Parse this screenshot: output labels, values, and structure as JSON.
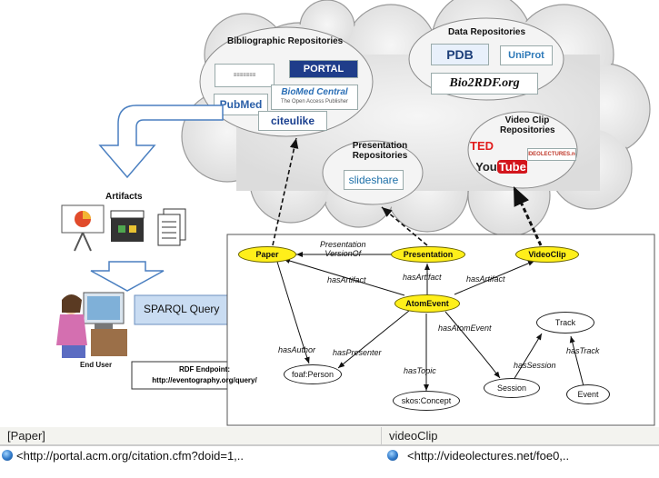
{
  "clouds": {
    "bibliographic": {
      "title": "Bibliographic Repositories",
      "logos": [
        "PORTAL",
        "BioMed Central",
        "The Open Access Publisher",
        "PubMed",
        "citeulike"
      ]
    },
    "data": {
      "title": "Data Repositories",
      "logos": [
        "PDB",
        "UniProt",
        "Bio2RDF.org"
      ]
    },
    "video": {
      "title": "Video Clip Repositories",
      "logos": [
        "TED",
        "YouTube",
        "VIDEOLECTURES.net"
      ]
    },
    "presentation": {
      "title": "Presentation Repositories",
      "logos": [
        "slideshare"
      ]
    }
  },
  "left": {
    "artifacts_label": "Artifacts",
    "end_user_label": "End User",
    "sparql_label": "SPARQL Query",
    "rdf_endpoint_title": "RDF Endpoint:",
    "rdf_endpoint_url": "http://eventography.org/query/"
  },
  "graph": {
    "nodes": {
      "paper": "Paper",
      "presentation": "Presentation",
      "videoclip": "VideoClip",
      "atomevent": "AtomEvent",
      "person": "foaf:Person",
      "concept": "skos:Concept",
      "session": "Session",
      "track": "Track",
      "event": "Event"
    },
    "edges": {
      "presentation_version_of_1": "Presentation",
      "presentation_version_of_2": "VersionOf",
      "has_artifact_1": "hasArtifact",
      "has_artifact_2": "hasArtifact",
      "has_artifact_3": "hasArtifact",
      "has_atom_event": "hasAtomEvent",
      "has_author": "hasAuthor",
      "has_presenter": "hasPresenter",
      "has_topic": "hasTopic",
      "has_session": "hasSession",
      "has_track": "hasTrack"
    }
  },
  "results": {
    "col1_header": "[Paper]",
    "col2_header": "videoClip",
    "col1_value": "<http://portal.acm.org/citation.cfm?doid=1,..",
    "col2_value": "<http://videolectures.net/foe0,..",
    "colors": {
      "globe": "#2f78c8"
    }
  },
  "colors": {
    "cloud_fill": "#e9e9e9",
    "node_fill": "#ffef1a",
    "arrow_fill": "#ffffff",
    "sparql_arrow": "#c9dcf2"
  }
}
